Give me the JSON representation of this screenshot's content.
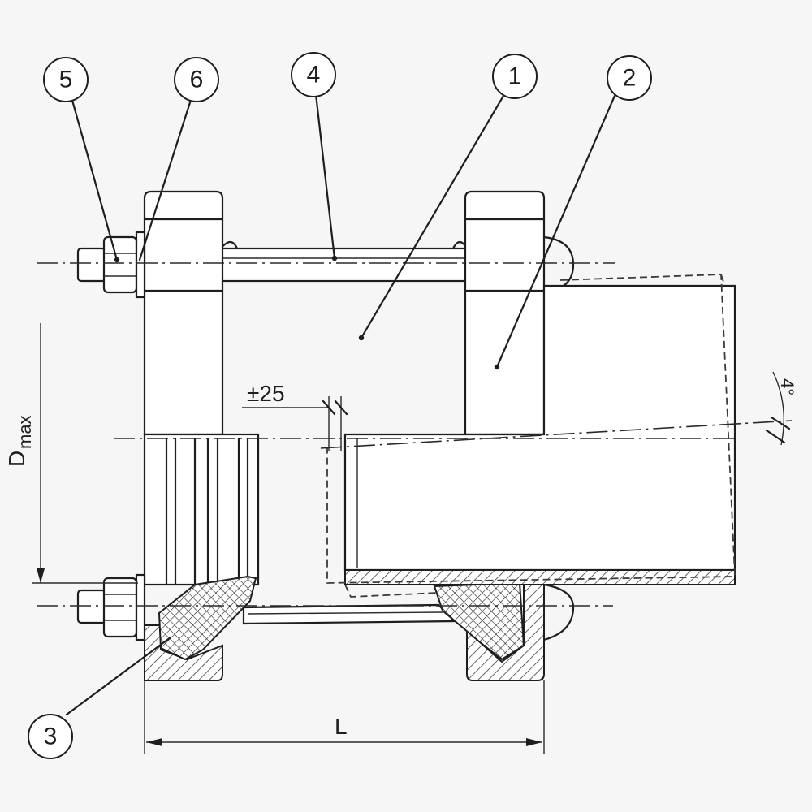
{
  "drawing": {
    "type": "pipe coupling technical drawing",
    "balloons": [
      {
        "id": "balloon-1",
        "label": "1"
      },
      {
        "id": "balloon-2",
        "label": "2"
      },
      {
        "id": "balloon-3",
        "label": "3"
      },
      {
        "id": "balloon-4",
        "label": "4"
      },
      {
        "id": "balloon-5",
        "label": "5"
      },
      {
        "id": "balloon-6",
        "label": "6"
      }
    ],
    "dimensions": {
      "tolerance": "±25",
      "diameter_symbol": "D",
      "diameter_subscript": "max",
      "length": "L",
      "angle": "4°"
    },
    "colors": {
      "line": "#1e1e1e",
      "background": "#f6f6f6",
      "part_fill": "#ffffff"
    }
  }
}
